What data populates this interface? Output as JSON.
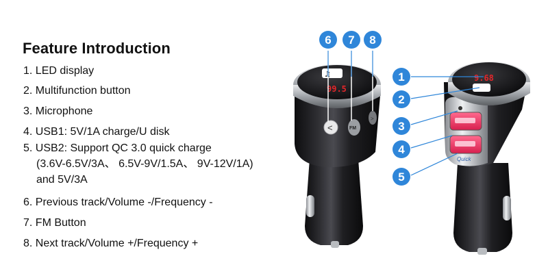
{
  "title": "Feature Introduction",
  "features": [
    "1. LED display",
    "2. Multifunction button",
    "3. Microphone",
    "4. USB1: 5V/1A charge/U disk",
    "5. USB2: Support QC 3.0 quick charge",
    "(3.6V-6.5V/3A、 6.5V-9V/1.5A、 9V-12V/1A)",
    "and 5V/3A",
    "6. Previous track/Volume -/Frequency -",
    "7. FM Button",
    "8. Next track/Volume +/Frequency +"
  ],
  "device_left": {
    "badges": [
      "6",
      "7",
      "8"
    ],
    "display_text": "99.5",
    "prev_button_symbol": "<",
    "fm_button_label": "FM",
    "next_button_symbol": ">"
  },
  "device_right": {
    "badges": [
      "1",
      "2",
      "3",
      "4",
      "5"
    ],
    "display_text": "9.68",
    "quick_label": "Quick"
  },
  "colors": {
    "badge": "#2f86d9",
    "lcd": "#e3262a",
    "body": "#1c1c1e",
    "ring": "#b9bcc0"
  }
}
